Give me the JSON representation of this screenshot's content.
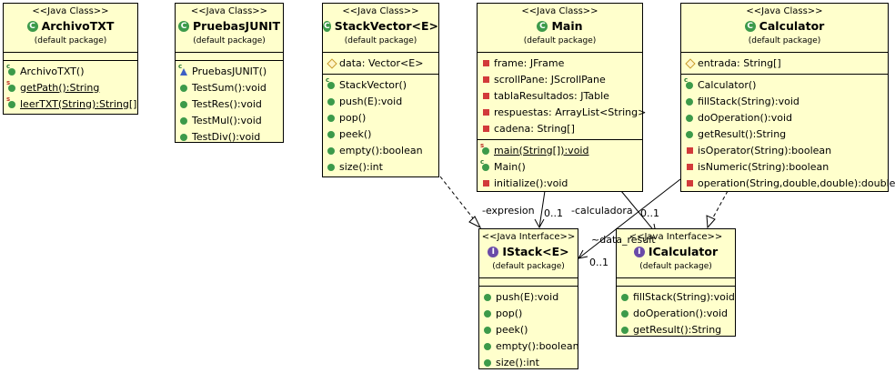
{
  "stereotypes": {
    "class": "<<Java Class>>",
    "interface": "<<Java Interface>>"
  },
  "package": "(default package)",
  "classes": {
    "archivo": {
      "name": "ArchivoTXT",
      "attributes": [],
      "operations": [
        "ArchivoTXT()",
        "getPath():String",
        "leerTXT(String):String[]"
      ]
    },
    "pruebas": {
      "name": "PruebasJUNIT",
      "attributes": [],
      "operations": [
        "PruebasJUNIT()",
        "TestSum():void",
        "TestRes():void",
        "TestMul():void",
        "TestDiv():void"
      ]
    },
    "stackvector": {
      "name": "StackVector<E>",
      "attributes": [
        "data: Vector<E>"
      ],
      "operations": [
        "StackVector()",
        "push(E):void",
        "pop()",
        "peek()",
        "empty():boolean",
        "size():int"
      ]
    },
    "main": {
      "name": "Main",
      "attributes": [
        "frame: JFrame",
        "scrollPane: JScrollPane",
        "tablaResultados: JTable",
        "respuestas: ArrayList<String>",
        "cadena: String[]"
      ],
      "operations": [
        "main(String[]):void",
        "Main()",
        "initialize():void"
      ]
    },
    "calculator": {
      "name": "Calculator",
      "attributes": [
        "entrada: String[]"
      ],
      "operations": [
        "Calculator()",
        "fillStack(String):void",
        "doOperation():void",
        "getResult():String",
        "isOperator(String):boolean",
        "isNumeric(String):boolean",
        "operation(String,double,double):double"
      ]
    }
  },
  "interfaces": {
    "istack": {
      "name": "IStack<E>",
      "operations": [
        "push(E):void",
        "pop()",
        "peek()",
        "empty():boolean",
        "size():int"
      ]
    },
    "icalculator": {
      "name": "ICalculator",
      "operations": [
        "fillStack(String):void",
        "doOperation():void",
        "getResult():String"
      ]
    }
  },
  "associations": {
    "expresion": "-expresion",
    "expresion_mult": "0..1",
    "calculadora": "-calculadora",
    "calculadora_mult": "0..1",
    "data_result": "~data_result",
    "data_result_mult": "0..1"
  }
}
